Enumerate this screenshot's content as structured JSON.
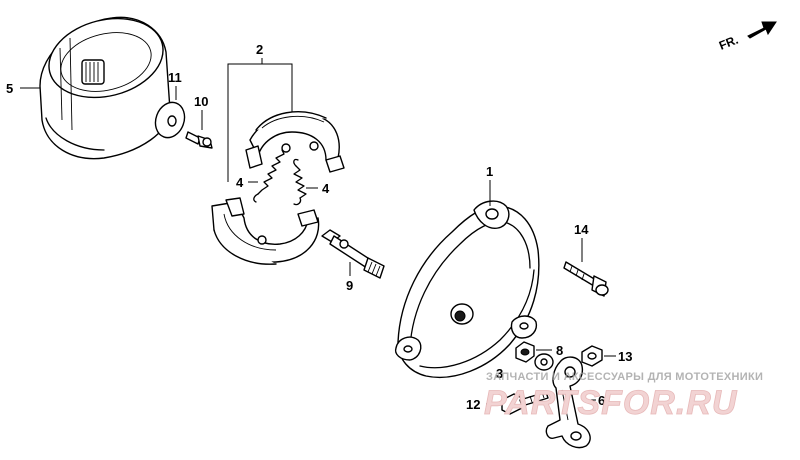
{
  "callouts": {
    "c1": "1",
    "c2": "2",
    "c3": "3",
    "c4a": "4",
    "c4b": "4",
    "c5": "5",
    "c6": "6",
    "c8": "8",
    "c9": "9",
    "c10": "10",
    "c11": "11",
    "c12": "12",
    "c13": "13",
    "c14": "14"
  },
  "direction_label": "FR.",
  "watermark": {
    "tagline": "ЗАПЧАСТИ И АКСЕССУАРЫ ДЛЯ МОТОТЕХНИКИ",
    "brand": "PARTSFOR.RU"
  },
  "colors": {
    "line": "#000000",
    "watermark_brand": "#f2d3d3",
    "watermark_tagline": "#9a9a9a"
  }
}
